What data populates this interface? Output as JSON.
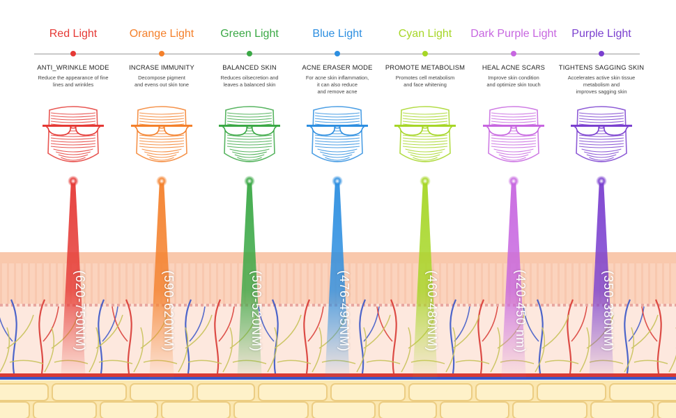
{
  "lights": [
    {
      "name": "Red Light",
      "mode": "ANTI_WRINKLE MODE",
      "description": "Reduce the appearance of fine\nlines and wrinkles",
      "wavelength": "(620-750NM)",
      "color": "#e53935"
    },
    {
      "name": "Orange Light",
      "mode": "INCRASE IMMUNITY",
      "description": "Decompose pigment\nand evens out skin tone",
      "wavelength": "(590-620NM)",
      "color": "#f4802b"
    },
    {
      "name": "Green Light",
      "mode": "BALANCED SKIN",
      "description": "Reduces oilsecretion and\nleaves a balanced skin",
      "wavelength": "(500-520NM)",
      "color": "#3aa845"
    },
    {
      "name": "Blue Light",
      "mode": "ACNE ERASER MODE",
      "description": "For acne skin inflammation,\nit can also reduce\nand remove acne",
      "wavelength": "(476-495NM)",
      "color": "#2c8ee0"
    },
    {
      "name": "Cyan Light",
      "mode": "PROMOTE METABOLISM",
      "description": "Promotes cell metabolism\nand face whitening",
      "wavelength": "(460-480NM)",
      "color": "#a6d626"
    },
    {
      "name": "Dark Purple Light",
      "mode": "HEAL ACNE SCARS",
      "description": "Improve skin condition\nand optimize skin touch",
      "wavelength": "(420-450 nm)",
      "color": "#c766e0"
    },
    {
      "name": "Purple Light",
      "mode": "TIGHTENS SAGGING SKIN",
      "description": "Accelerates active skin tissue\nmetabolism and\nimproves sagging skin",
      "wavelength": "(350-380NM)",
      "color": "#7a3fcf"
    }
  ],
  "colors": {
    "timeline": "#999999",
    "artery": "#d83a34",
    "vein": "#3a56c8",
    "nerve": "#c8c25a"
  },
  "icons": [
    "led-face-mask-icon",
    "light-beam-icon"
  ]
}
